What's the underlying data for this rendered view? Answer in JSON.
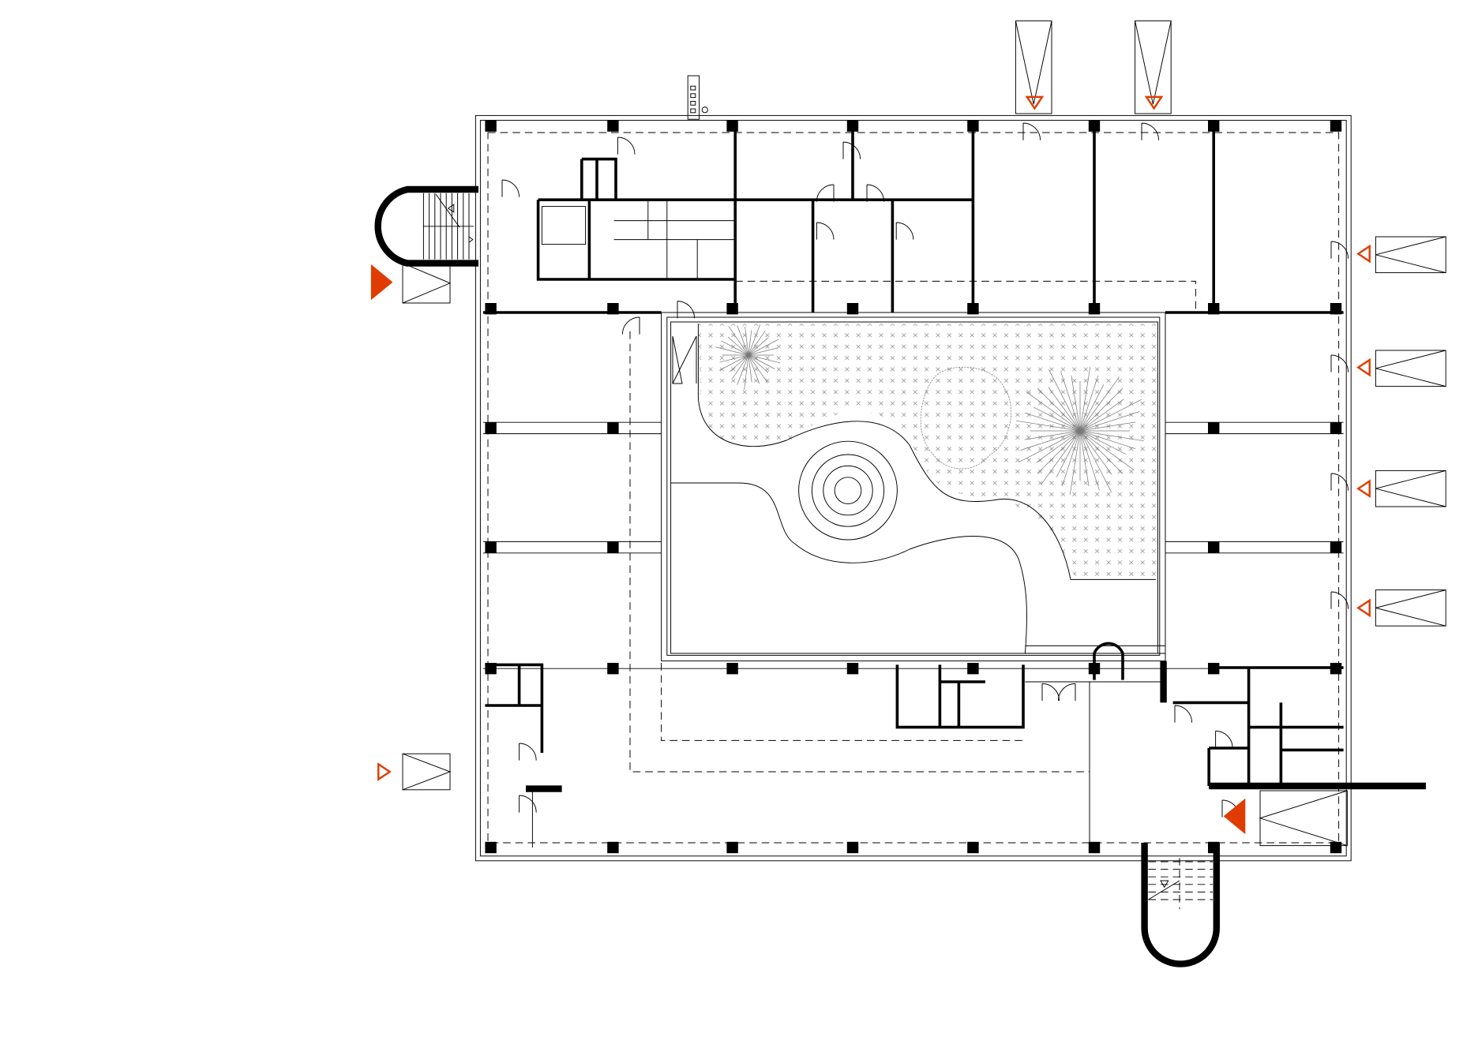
{
  "drawing": {
    "type": "architectural floor plan",
    "colors": {
      "line": "#000000",
      "fire_marker": "#e03c00",
      "vegetation": "#777777",
      "background": "#ffffff"
    },
    "fire_entrance_markers": [
      {
        "direction": "down",
        "style": "outline"
      },
      {
        "direction": "down",
        "style": "outline"
      },
      {
        "direction": "left",
        "style": "outline"
      },
      {
        "direction": "left",
        "style": "outline"
      },
      {
        "direction": "left",
        "style": "outline"
      },
      {
        "direction": "left",
        "style": "outline"
      },
      {
        "direction": "right",
        "style": "filled"
      },
      {
        "direction": "right",
        "style": "outline"
      },
      {
        "direction": "left",
        "style": "filled"
      }
    ],
    "icons": [
      "column-icon",
      "door-swing-icon",
      "toilet-icon",
      "sink-icon",
      "stair-icon",
      "tree-icon",
      "fountain-icon",
      "fire-entrance-marker-icon"
    ]
  }
}
